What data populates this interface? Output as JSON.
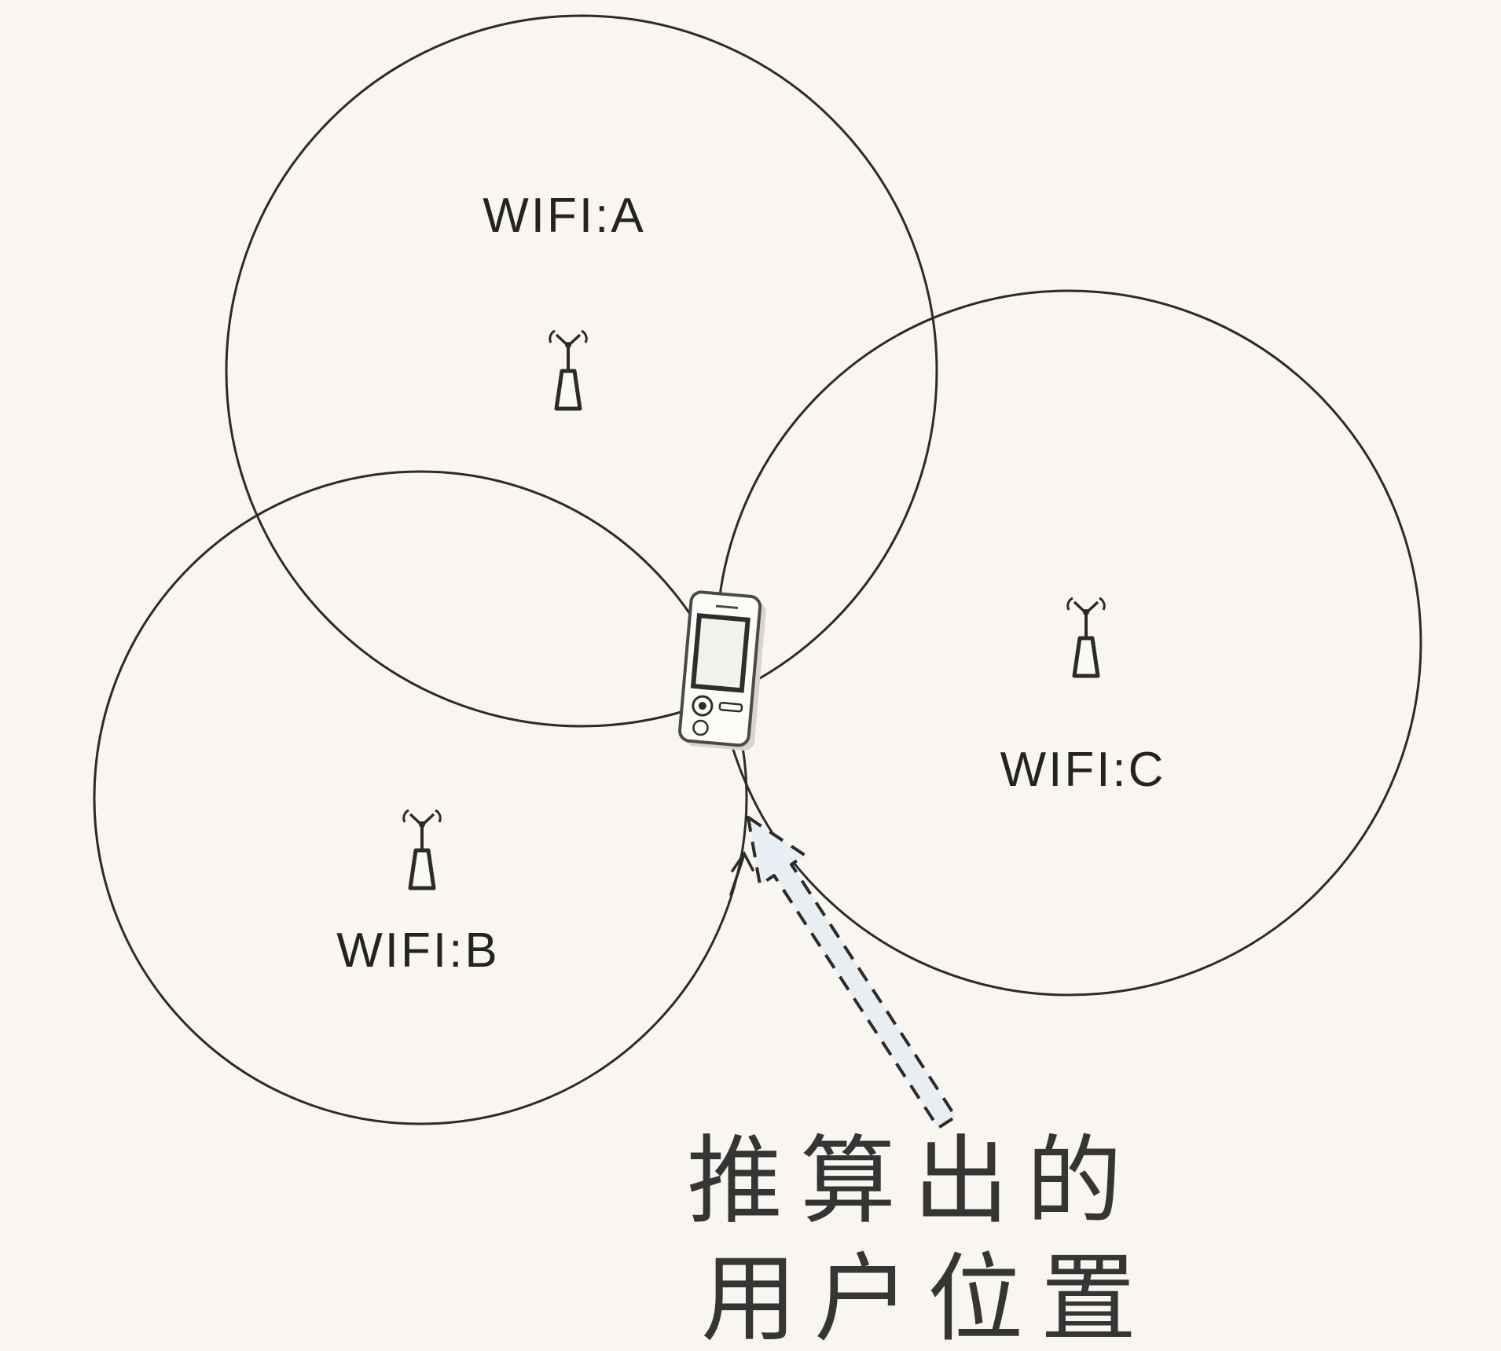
{
  "colors": {
    "background": "#f9f6f1",
    "line_stroke": "#2b2b2b",
    "arrow_fill": "#e9eef3",
    "label_text": "#232323",
    "annotation_text": "#353535"
  },
  "diagram": {
    "type": "wifi-trilateration-positioning",
    "access_points": [
      {
        "id": "A",
        "label": "WIFI:A",
        "icon": "antenna-icon"
      },
      {
        "id": "B",
        "label": "WIFI:B",
        "icon": "antenna-icon"
      },
      {
        "id": "C",
        "label": "WIFI:C",
        "icon": "antenna-icon"
      }
    ],
    "device": {
      "icon": "mobile-phone-icon"
    },
    "pointer": {
      "icon": "dashed-arrow-icon"
    },
    "annotation": {
      "line1": "推算出的",
      "line2": "用户位置"
    }
  }
}
